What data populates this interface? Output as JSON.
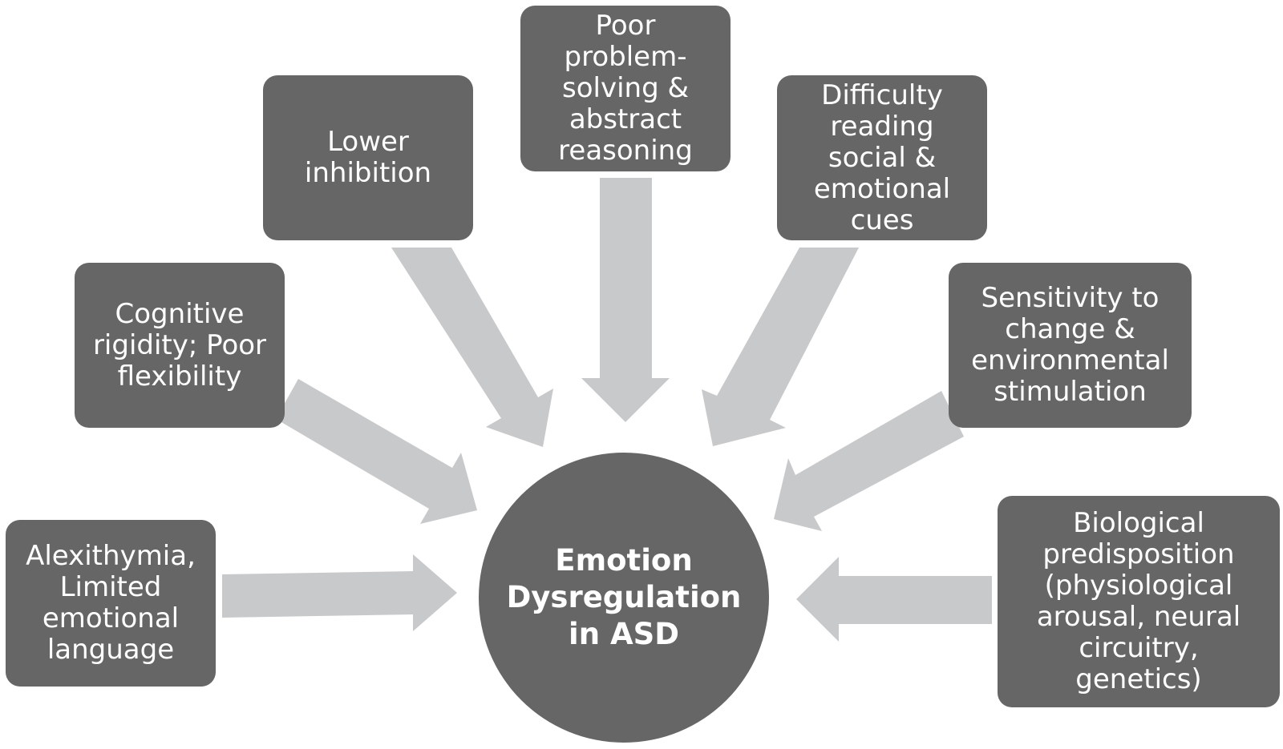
{
  "diagram": {
    "center_label": "Emotion\nDysregulation\nin ASD",
    "factors": [
      {
        "id": "alexithymia",
        "label": "Alexithymia,\nLimited\nemotional\nlanguage"
      },
      {
        "id": "cognitive-rigidity",
        "label": "Cognitive\nrigidity; Poor\nflexibility"
      },
      {
        "id": "lower-inhibition",
        "label": "Lower\ninhibition"
      },
      {
        "id": "problem-solving",
        "label": "Poor\nproblem-\nsolving &\nabstract\nreasoning"
      },
      {
        "id": "social-cues",
        "label": "Difficulty\nreading\nsocial &\nemotional\ncues"
      },
      {
        "id": "sensitivity",
        "label": "Sensitivity to\nchange &\nenvironmental\nstimulation"
      },
      {
        "id": "biological",
        "label": "Biological\npredisposition\n(physiological\narousal, neural\ncircuitry,\ngenetics)"
      }
    ],
    "colors": {
      "box_fill": "#666666",
      "arrow_fill": "#c8c9cb",
      "text": "#ffffff",
      "background": "#ffffff"
    }
  }
}
